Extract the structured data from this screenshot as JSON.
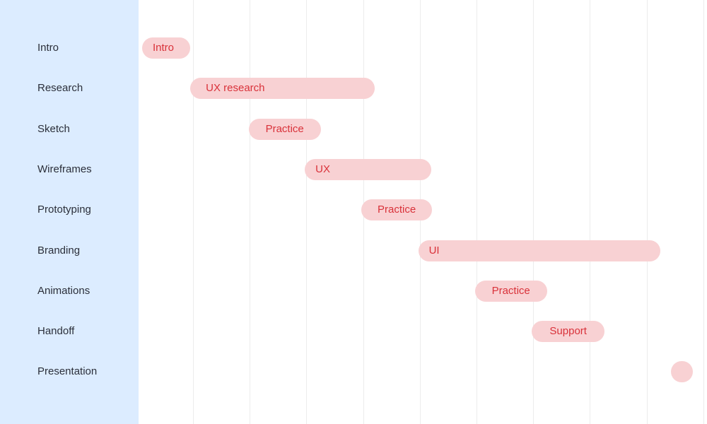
{
  "chart_data": {
    "type": "gantt",
    "columns": 10,
    "tasks": [
      {
        "row": "Intro",
        "bar_label": "Intro",
        "start": 0.0,
        "end": 0.85
      },
      {
        "row": "Research",
        "bar_label": "UX research",
        "start": 0.85,
        "end": 4.1
      },
      {
        "row": "Sketch",
        "bar_label": "Practice",
        "start": 1.88,
        "end": 3.15
      },
      {
        "row": "Wireframes",
        "bar_label": "UX",
        "start": 2.87,
        "end": 5.1
      },
      {
        "row": "Prototyping",
        "bar_label": "Practice",
        "start": 3.87,
        "end": 5.11
      },
      {
        "row": "Branding",
        "bar_label": "UI",
        "start": 4.87,
        "end": 9.14
      },
      {
        "row": "Animations",
        "bar_label": "Practice",
        "start": 5.87,
        "end": 7.14
      },
      {
        "row": "Handoff",
        "bar_label": "Support",
        "start": 6.87,
        "end": 8.16
      },
      {
        "row": "Presentation",
        "bar_label": "",
        "start": 9.33,
        "end": 9.71
      }
    ]
  },
  "colors": {
    "sidebar_bg": "#dcecff",
    "bar_fill": "#f8d1d3",
    "bar_text": "#d9323a",
    "grid_line": "#ececec",
    "label_text": "#2b2f3a"
  }
}
